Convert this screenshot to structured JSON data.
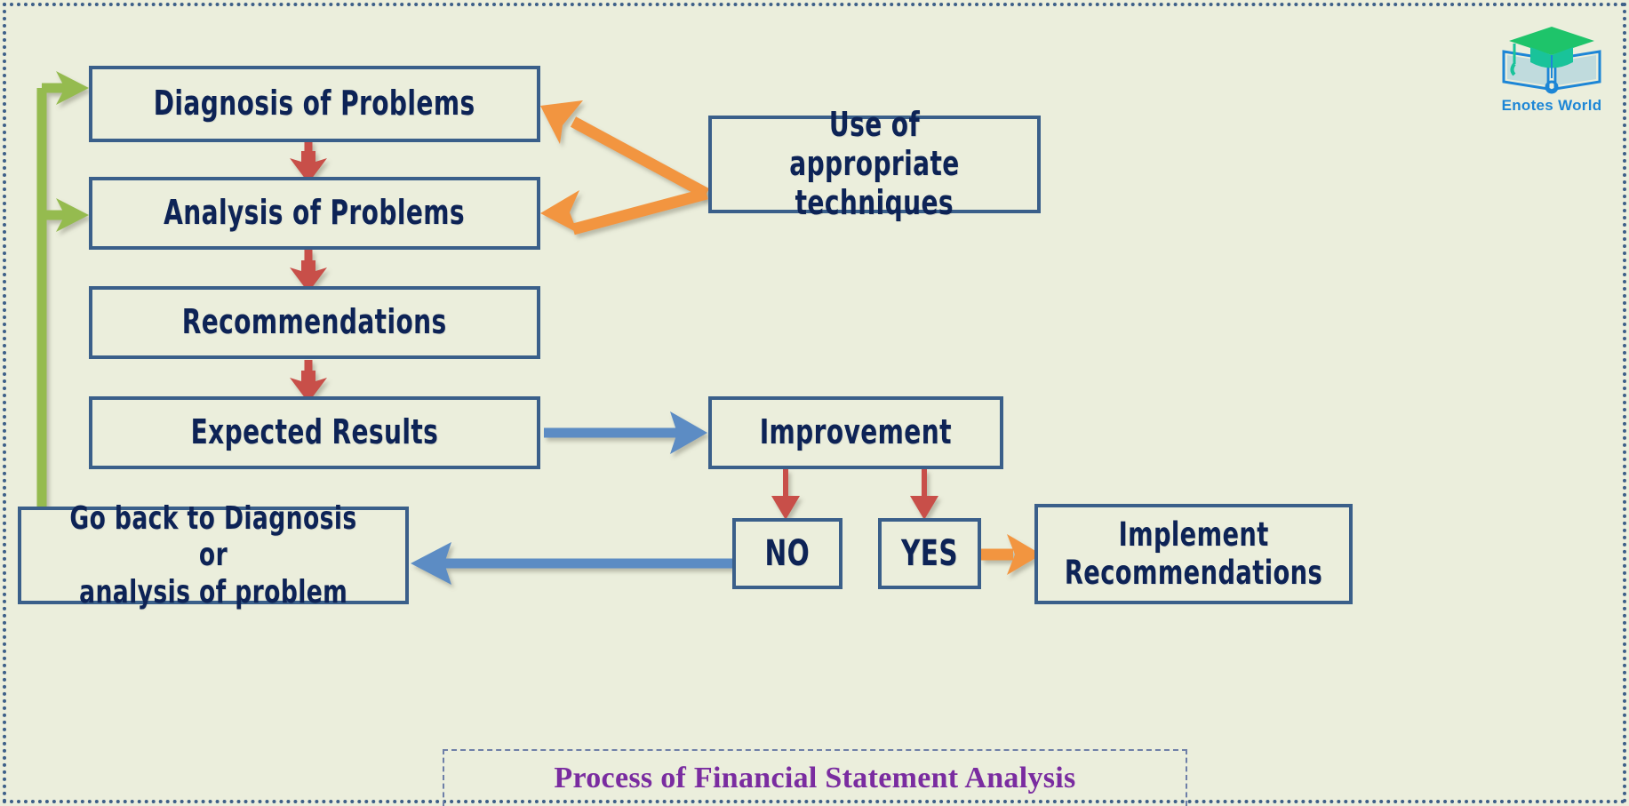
{
  "diagram": {
    "caption": "Process of Financial Statement Analysis",
    "background_color": "#ebeedc",
    "box_border_color": "#3a5f8a",
    "text_color": "#0d2356",
    "frame_color": "#3d5f88",
    "caption_color": "#7a2ca0"
  },
  "logo": {
    "label": "Enotes World",
    "cap_color": "#1ec46a",
    "book_color": "#1d86d6",
    "text_color": "#1d86d6"
  },
  "nodes": {
    "diagnosis": "Diagnosis of Problems",
    "analysis": "Analysis of Problems",
    "recommendations": "Recommendations",
    "expected_results": "Expected Results",
    "go_back_line1": "Go back to Diagnosis or",
    "go_back_line2": "analysis of problem",
    "techniques_line1": "Use of appropriate",
    "techniques_line2": "techniques",
    "improvement": "Improvement",
    "no": "NO",
    "yes": "YES",
    "implement_line1": "Implement",
    "implement_line2": "Recommendations"
  },
  "connectors": {
    "red_color": "#c8504a",
    "blue_color": "#5b8cc4",
    "orange_color": "#f2953f",
    "green_color": "#95bb4f",
    "items": [
      {
        "name": "diagnosis-to-analysis",
        "color": "#c8504a",
        "kind": "arrow-down"
      },
      {
        "name": "analysis-to-recommendations",
        "color": "#c8504a",
        "kind": "arrow-down"
      },
      {
        "name": "recommendations-to-expected-results",
        "color": "#c8504a",
        "kind": "arrow-down"
      },
      {
        "name": "expected-results-to-improvement",
        "color": "#5b8cc4",
        "kind": "arrow-right"
      },
      {
        "name": "improvement-to-no",
        "color": "#c8504a",
        "kind": "arrow-down"
      },
      {
        "name": "improvement-to-yes",
        "color": "#c8504a",
        "kind": "arrow-down"
      },
      {
        "name": "no-to-go-back",
        "color": "#5b8cc4",
        "kind": "arrow-left"
      },
      {
        "name": "yes-to-implement",
        "color": "#f2953f",
        "kind": "arrow-right"
      },
      {
        "name": "techniques-to-diagnosis",
        "color": "#f2953f",
        "kind": "arrow-left-up"
      },
      {
        "name": "techniques-to-analysis",
        "color": "#f2953f",
        "kind": "arrow-left-down"
      },
      {
        "name": "go-back-to-diagnosis",
        "color": "#95bb4f",
        "kind": "feedback-loop"
      },
      {
        "name": "go-back-to-analysis",
        "color": "#95bb4f",
        "kind": "feedback-loop"
      }
    ]
  }
}
